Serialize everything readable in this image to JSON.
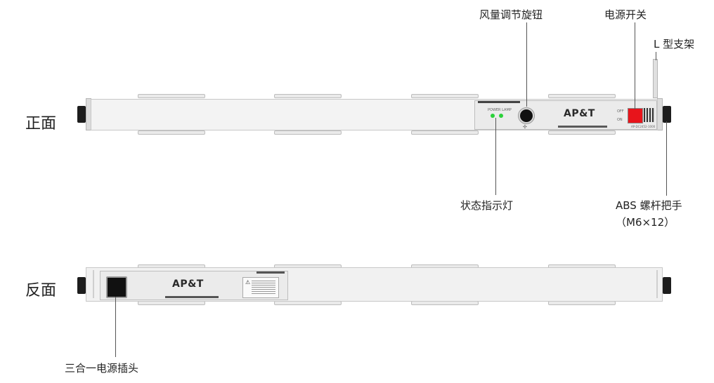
{
  "views": {
    "front": "正面",
    "back": "反面"
  },
  "callouts": {
    "airflow_knob": "风量调节旋钮",
    "power_switch": "电源开关",
    "l_bracket": "L 型支架",
    "status_led": "状态指示灯",
    "abs_handle_line1": "ABS 螺杆把手",
    "abs_handle_line2": "（M6×12）",
    "power_socket": "三合一电源插头"
  },
  "device": {
    "brand": "AP&T",
    "power_lamp_label": "POWER LAMP",
    "switch_off": "OFF",
    "switch_on": "ON",
    "model": "AP-DC2452-1000"
  },
  "colors": {
    "bar": "#f3f3f3",
    "led": "#2bd13a",
    "switch": "#e8141b",
    "knob": "#111111"
  }
}
